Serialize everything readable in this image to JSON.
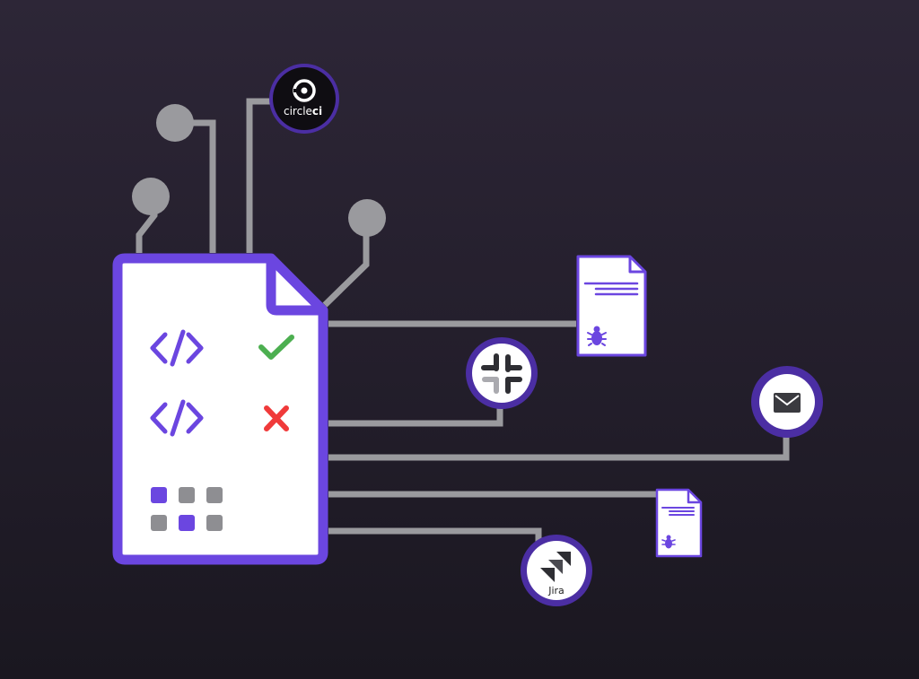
{
  "integrations": {
    "circleci": {
      "name": "circleci-logo",
      "text_regular": "circle",
      "text_bold": "ci",
      "ring_color": "#4b2ea3"
    },
    "slack": {
      "name": "slack-logo",
      "ring_color": "#4b2ea3"
    },
    "email": {
      "name": "envelope-icon",
      "ring_color": "#4b2ea3"
    },
    "jira": {
      "name": "jira-logo",
      "text": "Jira",
      "ring_color": "#4b2ea3"
    }
  },
  "main_document": {
    "code_icons": [
      "code-icon",
      "code-icon"
    ],
    "status_icons": [
      "check-icon",
      "cross-icon"
    ],
    "grid_highlighted": [
      0,
      4
    ]
  },
  "bug_reports": [
    {
      "name": "bug-report-document-large",
      "icon": "bug-icon"
    },
    {
      "name": "bug-report-document-small",
      "icon": "bug-icon"
    }
  ],
  "colors": {
    "accent": "#6b46e0",
    "connector": "#9a9a9e",
    "success": "#4caf50",
    "error": "#f03a3a",
    "paper": "#ffffff",
    "grid_gray": "#8e8e92"
  }
}
